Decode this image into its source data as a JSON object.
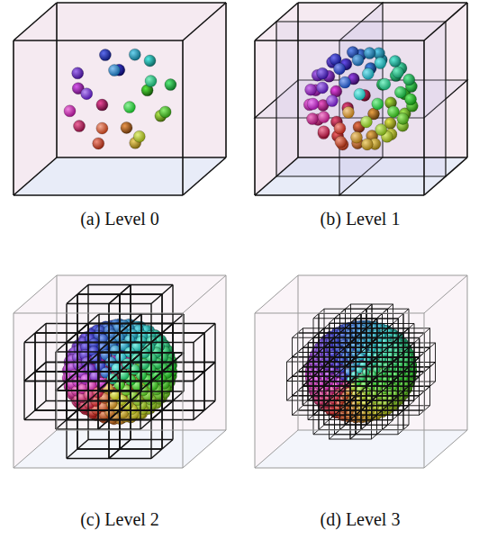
{
  "diagram": {
    "labels": [
      "(a) Level 0",
      "(b) Level 1",
      "(c) Level 2",
      "(d) Level 3"
    ]
  }
}
